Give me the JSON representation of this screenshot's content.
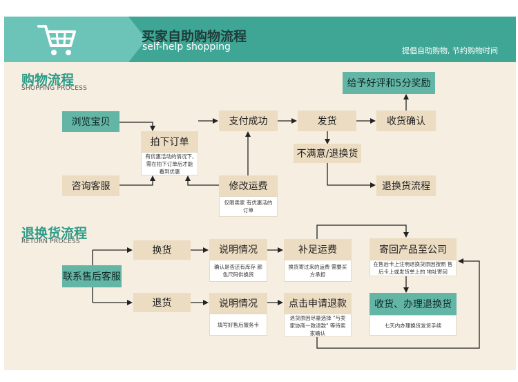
{
  "header": {
    "title": "买家自助购物流程",
    "subtitle": "self-help shopping",
    "right_text": "提倡自助购物, 节约购物时间",
    "icon": "shopping-cart-icon"
  },
  "shopping": {
    "title": "购物流程",
    "subtitle": "SHOPPING PROCESS",
    "browse": "浏览宝贝",
    "consult": "咨询客服",
    "order": "拍下订单",
    "order_note": "有优惠活动的情况下, 需在拍下订单后才能看到优惠",
    "pay": "支付成功",
    "modify": "修改运费",
    "modify_note": "仅限卖家 有优惠活的订单",
    "ship": "发货",
    "unsatisfied": "不满意/退换货",
    "receive": "收货确认",
    "review": "给予好评和5分奖励",
    "return_flow": "退换货流程"
  },
  "returns": {
    "title": "退换货流程",
    "subtitle": "RETURN PROCESS",
    "contact": "联系售后客服",
    "exchange": "换货",
    "refund": "退货",
    "explain1": "说明情况",
    "explain1_note": "确认是否还有库存 颜色尺码供换货",
    "explain2": "说明情况",
    "explain2_note": "填写好售后服务卡",
    "pay_shipping": "补足运费",
    "pay_shipping_note": "换货寄过来的运费 需要买方承担",
    "apply_refund": "点击申请退款",
    "apply_refund_note": "退货原因尽量选择 \"与卖家协商一致退款\" 等待卖家确认",
    "send_back": "寄回产品至公司",
    "send_back_note": "在售后卡上注明退换货原因按照 售后卡上或发货单上的 地址寄回",
    "final": "收货、办理退换货",
    "final_note": "七天内办理换货发货手续"
  },
  "colors": {
    "header_teal": "#3fa595",
    "accent_teal": "#63b5a6",
    "beige_box": "#ebdcc2",
    "panel": "#f6efe1"
  }
}
